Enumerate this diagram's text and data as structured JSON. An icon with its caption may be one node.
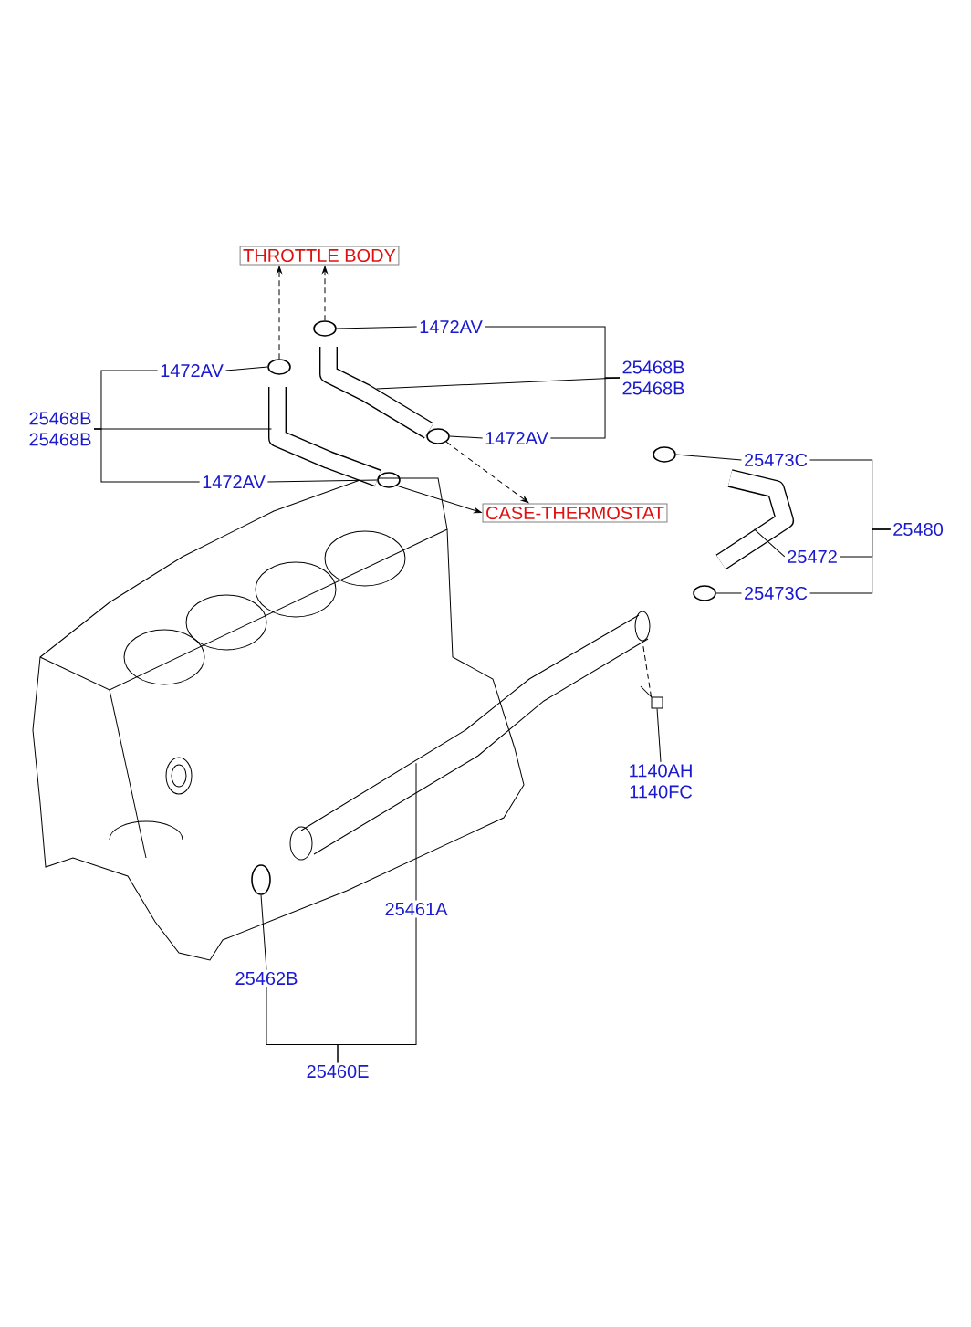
{
  "diagram": {
    "nodes": [
      {
        "text": [
          "THROTTLE BODY"
        ]
      },
      {
        "text": [
          "CASE-THERMOSTAT"
        ]
      },
      {
        "text": [
          "1472AV"
        ]
      },
      {
        "text": [
          "25468B",
          "25468B"
        ]
      },
      {
        "text": [
          "1472AV"
        ]
      },
      {
        "text": [
          "1472AV"
        ]
      },
      {
        "text": [
          "25468B",
          "25468B"
        ]
      },
      {
        "text": [
          "1472AV"
        ]
      },
      {
        "text": [
          "25473C"
        ]
      },
      {
        "text": [
          "25480"
        ]
      },
      {
        "text": [
          "25472"
        ]
      },
      {
        "text": [
          "25473C"
        ]
      },
      {
        "text": [
          "1140AH",
          "1140FC"
        ]
      },
      {
        "text": [
          "25461A"
        ]
      },
      {
        "text": [
          "25462B"
        ]
      },
      {
        "text": [
          "25460E"
        ]
      },
      {
        "text": [],
        "shape": "circle"
      },
      {
        "text": [],
        "shape": "picture"
      },
      {
        "text": [],
        "shape": "circle"
      },
      {
        "text": [],
        "shape": "circle"
      },
      {
        "text": [],
        "shape": "picture"
      },
      {
        "text": [],
        "shape": "circle"
      },
      {
        "text": [],
        "shape": "circle"
      },
      {
        "text": [],
        "shape": "picture"
      },
      {
        "text": [],
        "shape": "circle"
      },
      {
        "text": [],
        "shape": "picture"
      },
      {
        "text": [],
        "shape": "circle"
      },
      {
        "text": [],
        "shape": "picture"
      }
    ],
    "edges": [
      {
        "from": 16,
        "to": 0,
        "arrow": "to",
        "style": "dashed"
      },
      {
        "from": 19,
        "to": 0,
        "arrow": "to",
        "style": "dashed"
      },
      {
        "from": 18,
        "to": 1,
        "arrow": "to"
      },
      {
        "from": 21,
        "to": 1,
        "arrow": "to",
        "style": "dashed"
      },
      {
        "from": 2,
        "to": 16,
        "arrow": "none"
      },
      {
        "from": 3,
        "to": 2,
        "arrow": "none"
      },
      {
        "from": 3,
        "to": 17,
        "arrow": "none"
      },
      {
        "from": 3,
        "to": 4,
        "arrow": "none"
      },
      {
        "from": 4,
        "to": 18,
        "arrow": "none"
      },
      {
        "from": 5,
        "to": 19,
        "arrow": "none"
      },
      {
        "from": 6,
        "to": 5,
        "arrow": "none"
      },
      {
        "from": 6,
        "to": 20,
        "arrow": "none"
      },
      {
        "from": 6,
        "to": 7,
        "arrow": "none"
      },
      {
        "from": 7,
        "to": 21,
        "arrow": "none"
      },
      {
        "from": 8,
        "to": 22,
        "arrow": "none"
      },
      {
        "from": 9,
        "to": 8,
        "arrow": "none"
      },
      {
        "from": 9,
        "to": 10,
        "arrow": "none"
      },
      {
        "from": 9,
        "to": 11,
        "arrow": "none"
      },
      {
        "from": 10,
        "to": 23,
        "arrow": "none"
      },
      {
        "from": 11,
        "to": 24,
        "arrow": "none"
      },
      {
        "from": 12,
        "to": 27,
        "arrow": "none"
      },
      {
        "from": 27,
        "to": 25,
        "arrow": "none",
        "style": "dashed"
      },
      {
        "from": 13,
        "to": 25,
        "arrow": "none"
      },
      {
        "from": 15,
        "to": 13,
        "arrow": "none"
      },
      {
        "from": 15,
        "to": 14,
        "arrow": "none"
      },
      {
        "from": 14,
        "to": 26,
        "arrow": "none"
      }
    ]
  }
}
